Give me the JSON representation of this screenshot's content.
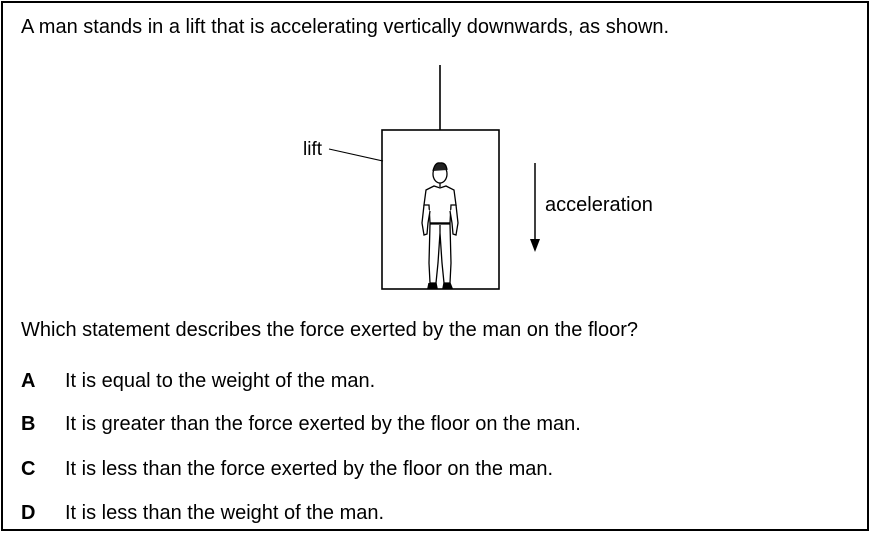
{
  "question": {
    "stem": "A man stands in a lift that is accelerating vertically downwards, as shown.",
    "prompt": "Which statement describes the force exerted by the man on the floor?"
  },
  "diagram": {
    "lift_label": "lift",
    "acceleration_label": "acceleration"
  },
  "options": [
    {
      "letter": "A",
      "text": "It is equal to the weight of the man."
    },
    {
      "letter": "B",
      "text": "It is greater than the force exerted by the floor on the man."
    },
    {
      "letter": "C",
      "text": "It is less than the force exerted by the floor on the man."
    },
    {
      "letter": "D",
      "text": "It is less than the weight of the man."
    }
  ]
}
